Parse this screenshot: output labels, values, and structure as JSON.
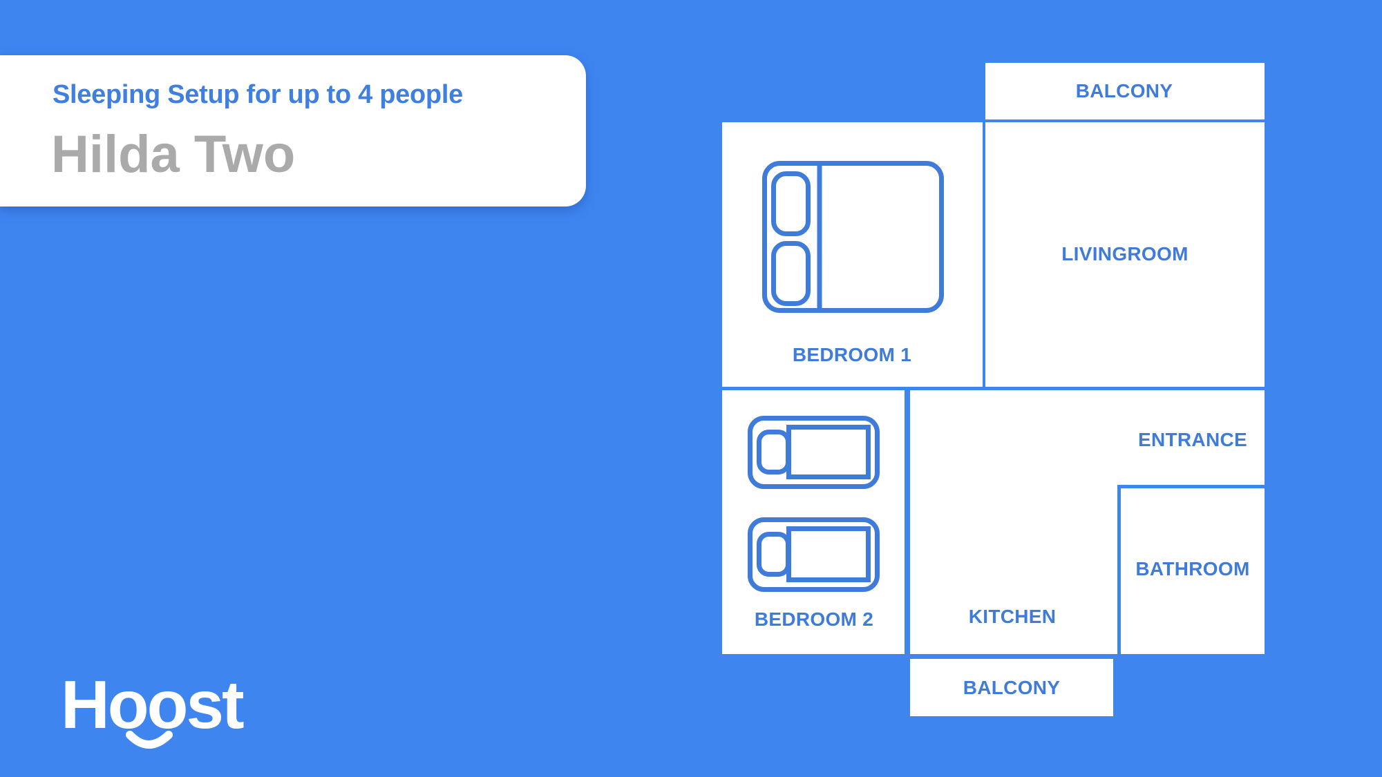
{
  "header": {
    "subtitle": "Sleeping Setup for up to 4 people",
    "title": "Hilda Two"
  },
  "floorplan": {
    "rooms": {
      "balcony_top": "BALCONY",
      "bedroom_1": "BEDROOM 1",
      "livingroom": "LIVINGROOM",
      "bedroom_2": "BEDROOM 2",
      "entrance": "ENTRANCE",
      "kitchen": "KITCHEN",
      "bathroom": "BATHROOM",
      "balcony_bottom": "BALCONY"
    },
    "beds": {
      "bedroom_1": "double-bed-icon",
      "bedroom_2": [
        "single-bed-icon",
        "single-bed-icon"
      ]
    }
  },
  "brand": {
    "logo_text": "Hoost",
    "logo_icon": "smile-icon"
  },
  "colors": {
    "background": "#3f85f0",
    "accent_text": "#3f7bd9",
    "title_gray": "#aaaaaa",
    "room_fill": "#ffffff"
  }
}
